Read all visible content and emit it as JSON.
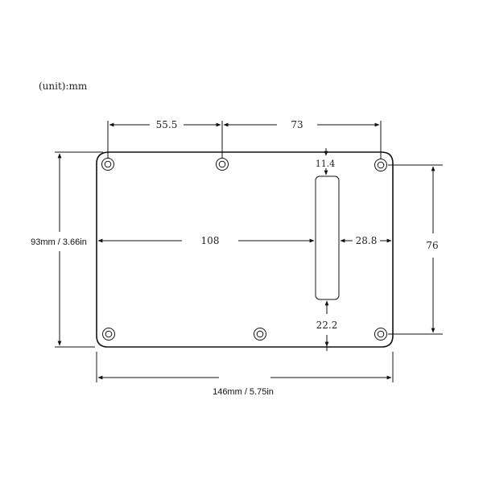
{
  "unit_label": "(unit):mm",
  "dimensions": {
    "hole_spacing_left": "55.5",
    "hole_spacing_right": "73",
    "slot_top_offset": "11.4",
    "slot_to_left": "108",
    "slot_to_right": "28.8",
    "slot_bottom_offset": "22.2",
    "hole_vertical_spacing": "76",
    "overall_height": "93mm / 3.66in",
    "overall_width": "146mm / 5.75in"
  },
  "colors": {
    "line": "#111111",
    "background": "#ffffff"
  }
}
